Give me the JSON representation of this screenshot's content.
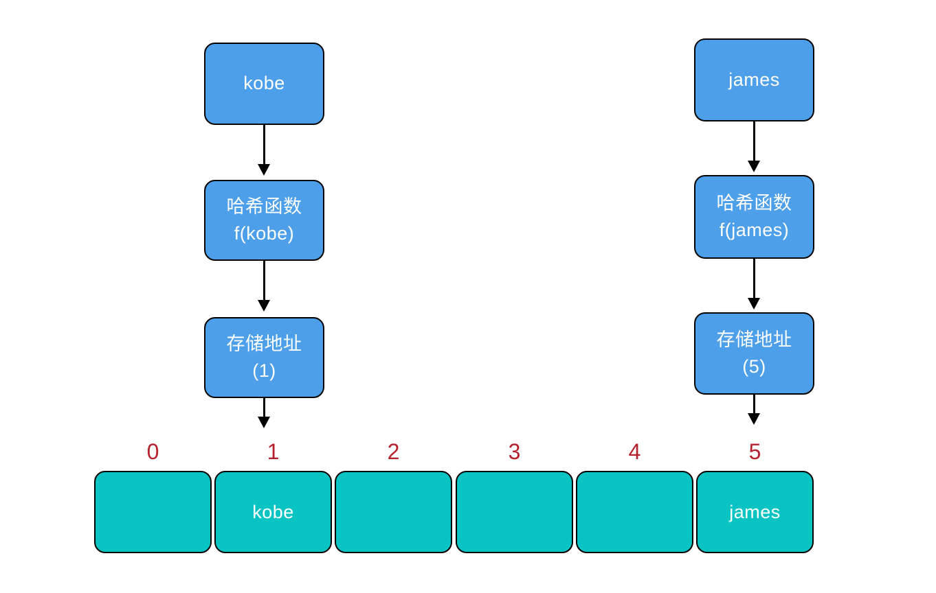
{
  "diagram": {
    "title": "hash-function-addressing-diagram",
    "flows": [
      {
        "key": {
          "label": "kobe"
        },
        "hash": {
          "line1": "哈希函数",
          "line2": "f(kobe)"
        },
        "address": {
          "line1": "存储地址",
          "line2": "(1)"
        }
      },
      {
        "key": {
          "label": "james"
        },
        "hash": {
          "line1": "哈希函数",
          "line2": "f(james)"
        },
        "address": {
          "line1": "存储地址",
          "line2": "(5)"
        }
      }
    ],
    "array": {
      "indices": [
        "0",
        "1",
        "2",
        "3",
        "4",
        "5"
      ],
      "cells": [
        "",
        "kobe",
        "",
        "",
        "",
        "james"
      ]
    },
    "colors": {
      "node_fill": "#4c9fe8",
      "cell_fill": "#0ac4c4",
      "index_text": "#b5212d",
      "outline": "#000000",
      "node_text": "#ffffff"
    }
  }
}
